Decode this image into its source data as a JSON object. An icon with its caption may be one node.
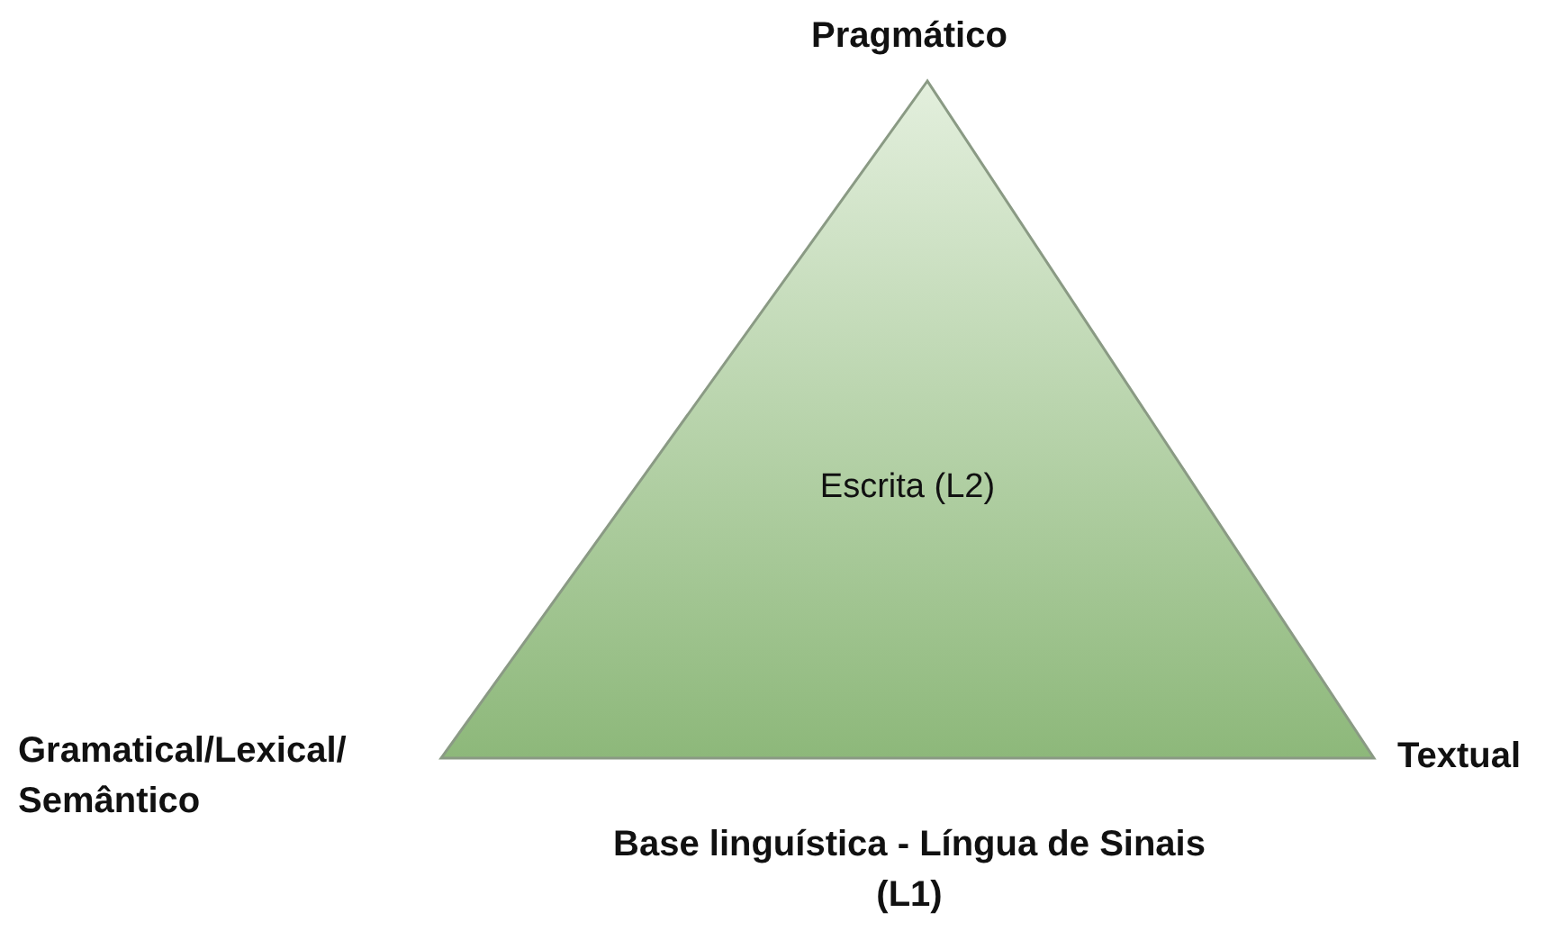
{
  "diagram": {
    "nodes": [
      {
        "text": [
          "Escrita (L2)"
        ]
      }
    ],
    "labels": [
      "Pragmático",
      "Gramatical/Lexical/ Semântico",
      "Textual",
      "Base linguística - Língua de Sinais (L1)"
    ]
  }
}
